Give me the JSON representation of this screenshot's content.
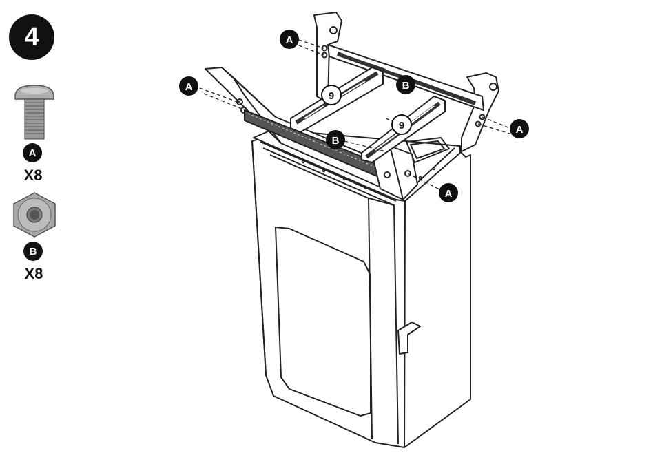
{
  "step": {
    "number": "4"
  },
  "parts": [
    {
      "letter": "A",
      "quantity": "X8",
      "icon": "screw-icon"
    },
    {
      "letter": "B",
      "quantity": "X8",
      "icon": "nut-icon"
    }
  ],
  "callouts": {
    "screw": "A",
    "nut": "B",
    "spacing": "9"
  },
  "colors": {
    "ink": "#111111",
    "metal": "#9a9a9a",
    "metalLight": "#c8c8c8"
  }
}
